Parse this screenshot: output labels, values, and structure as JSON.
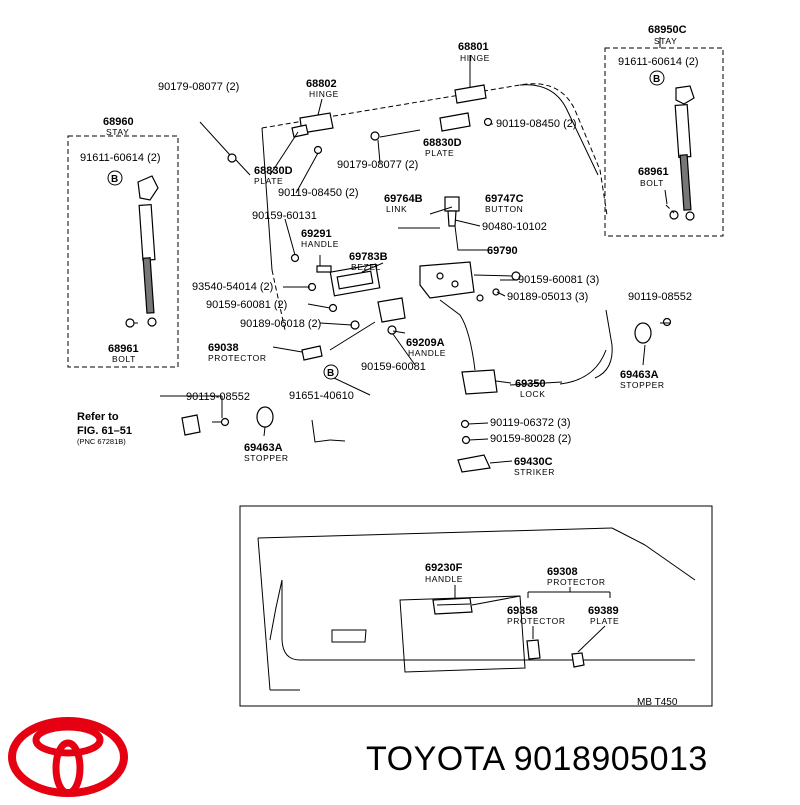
{
  "diagram": {
    "parts": [
      {
        "pn": "68950C",
        "name": "STAY"
      },
      {
        "pn": "91611-60614 (2)",
        "name": ""
      },
      {
        "pn": "68801",
        "name": "HINGE"
      },
      {
        "pn": "90179-08077 (2)",
        "name": ""
      },
      {
        "pn": "68802",
        "name": "HINGE"
      },
      {
        "pn": "68960",
        "name": "STAY"
      },
      {
        "pn": "91611-60614 (2)",
        "name": ""
      },
      {
        "pn": "90119-08450 (2)",
        "name": ""
      },
      {
        "pn": "68830D",
        "name": "PLATE"
      },
      {
        "pn": "90179-08077 (2)",
        "name": ""
      },
      {
        "pn": "68830D",
        "name": "PLATE"
      },
      {
        "pn": "90119-08450 (2)",
        "name": ""
      },
      {
        "pn": "68961",
        "name": "BOLT"
      },
      {
        "pn": "69764B",
        "name": "LINK"
      },
      {
        "pn": "69747C",
        "name": "BUTTON"
      },
      {
        "pn": "90159-60131",
        "name": ""
      },
      {
        "pn": "90480-10102",
        "name": ""
      },
      {
        "pn": "69291",
        "name": "HANDLE"
      },
      {
        "pn": "69790",
        "name": ""
      },
      {
        "pn": "69783B",
        "name": "BEZEL"
      },
      {
        "pn": "93540-54014 (2)",
        "name": ""
      },
      {
        "pn": "90159-60081 (3)",
        "name": ""
      },
      {
        "pn": "90159-60081 (2)",
        "name": ""
      },
      {
        "pn": "90189-05013 (3)",
        "name": ""
      },
      {
        "pn": "90119-08552",
        "name": ""
      },
      {
        "pn": "90189-06018 (2)",
        "name": ""
      },
      {
        "pn": "68961",
        "name": "BOLT"
      },
      {
        "pn": "69209A",
        "name": "HANDLE"
      },
      {
        "pn": "69038",
        "name": "PROTECTOR"
      },
      {
        "pn": "90159-60081",
        "name": ""
      },
      {
        "pn": "69463A",
        "name": "STOPPER"
      },
      {
        "pn": "69350",
        "name": "LOCK"
      },
      {
        "pn": "90119-08552",
        "name": ""
      },
      {
        "pn": "91651-40610",
        "name": ""
      },
      {
        "pn": "90119-06372 (3)",
        "name": ""
      },
      {
        "pn": "90159-80028 (2)",
        "name": ""
      },
      {
        "pn": "69463A",
        "name": "STOPPER"
      },
      {
        "pn": "69430C",
        "name": "STRIKER"
      },
      {
        "pn": "69230F",
        "name": "HANDLE"
      },
      {
        "pn": "69308",
        "name": "PROTECTOR"
      },
      {
        "pn": "69358",
        "name": "PROTECTOR"
      },
      {
        "pn": "69389",
        "name": "PLATE"
      }
    ],
    "refer_lines": [
      "Refer to",
      "FIG. 61–51",
      "(PNC 67281B)"
    ],
    "bolt_symbol": "B",
    "footer_code": "MB   T450"
  },
  "brand": {
    "caption": "TOYOTA 9018905013",
    "logo_color": "#e50012"
  }
}
